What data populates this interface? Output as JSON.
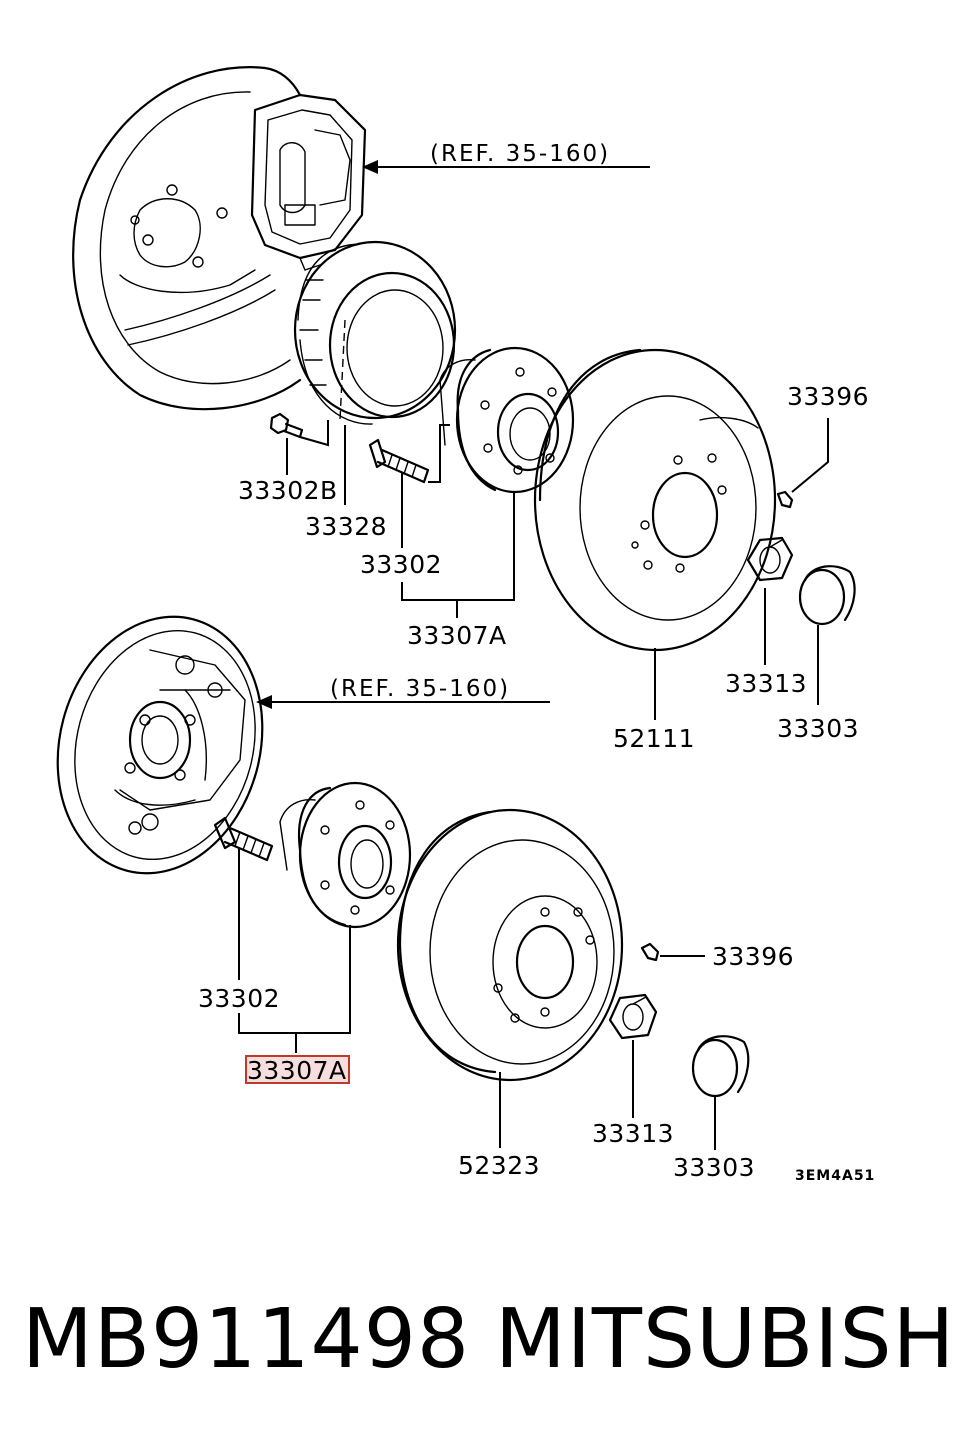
{
  "references": {
    "upper_ref": "(REF. 35-160)",
    "lower_ref": "(REF. 35-160)"
  },
  "upper_assembly": {
    "labels": [
      "33396",
      "33302B",
      "33328",
      "33302",
      "33307A",
      "33313",
      "33303",
      "52111"
    ]
  },
  "lower_assembly": {
    "labels": [
      "33302",
      "33307A",
      "33396",
      "33313",
      "52323",
      "33303"
    ]
  },
  "highlighted_part": "33307A",
  "diagram_code": "3EM4A51",
  "footer": {
    "part_number": "MB911498",
    "brand": "MITSUBISHI"
  },
  "colors": {
    "line": "#000000",
    "highlight_border": "#c0392b",
    "highlight_fill": "#f7dede"
  }
}
